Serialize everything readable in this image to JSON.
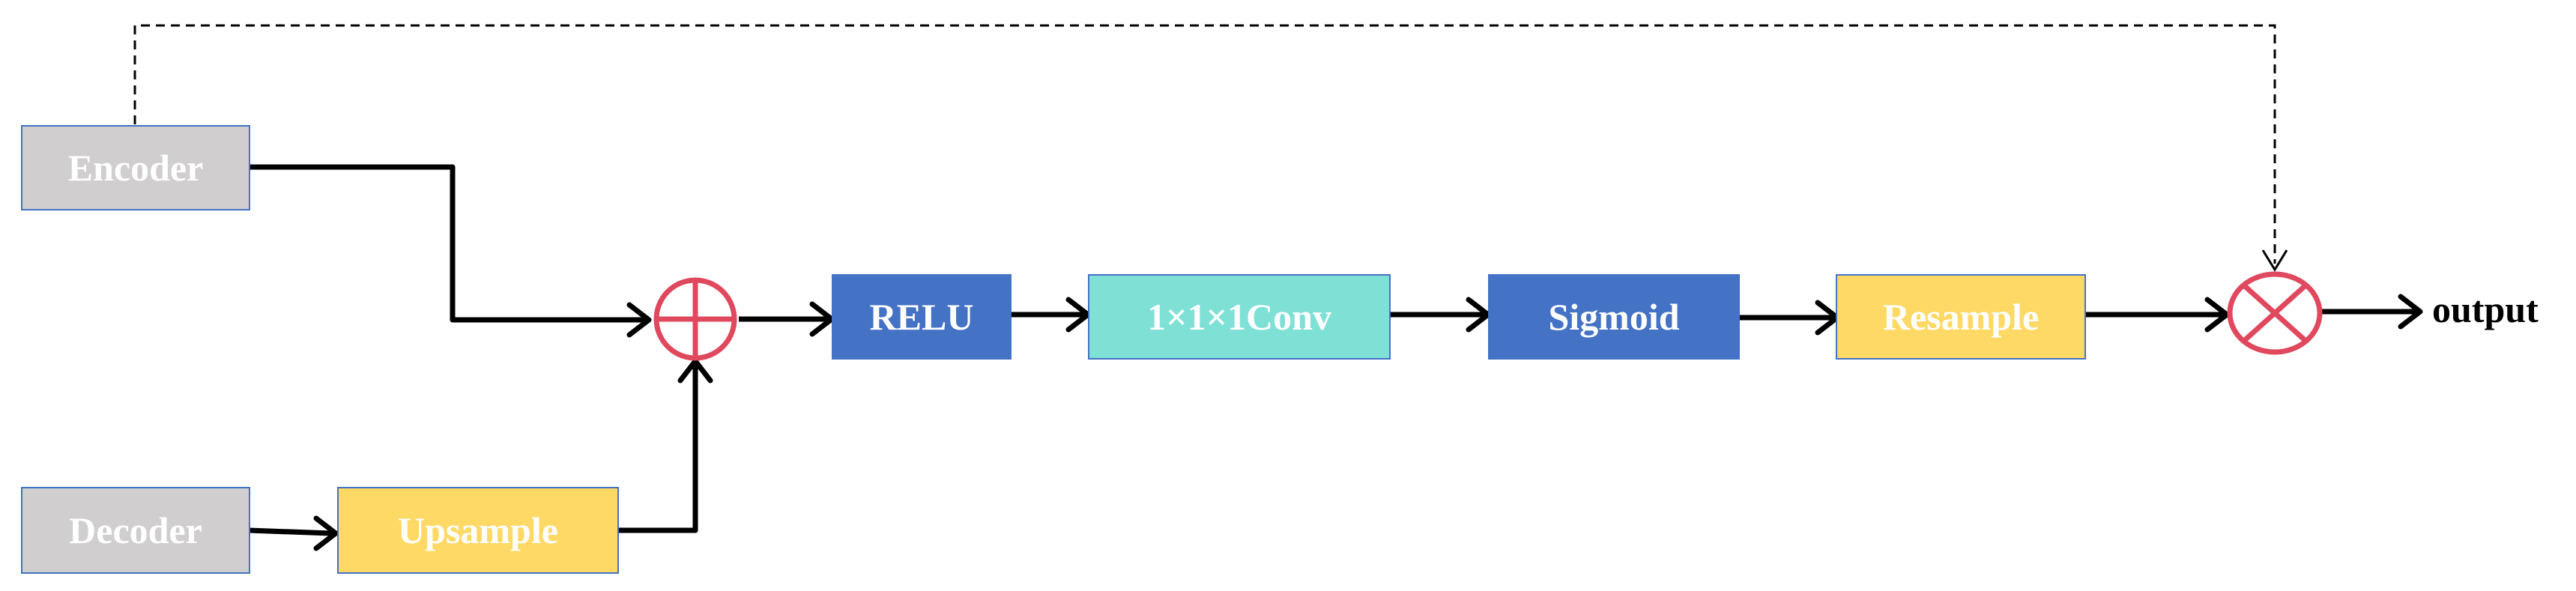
{
  "nodes": {
    "encoder": "Encoder",
    "decoder": "Decoder",
    "upsample": "Upsample",
    "relu": "RELU",
    "conv": "1×1×1Conv",
    "sigmoid": "Sigmoid",
    "resample": "Resample"
  },
  "operators": {
    "add": "add-operator (circle with plus)",
    "multiply": "multiply-operator (circle with cross)"
  },
  "output_label": "output",
  "colors": {
    "box_border": "#4472C4",
    "gray_fill": "#d0cece",
    "yellow_fill": "#ffd966",
    "blue_fill": "#4472C4",
    "teal_fill": "#7fe0d6",
    "operator_stroke": "#e0485e",
    "arrow": "#000000"
  }
}
